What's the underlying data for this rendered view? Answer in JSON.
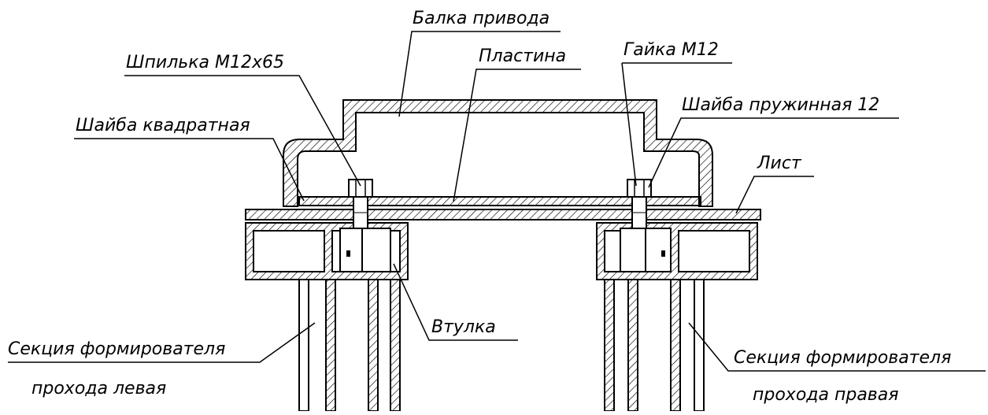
{
  "labels": {
    "balka_privoda": "Балка привода",
    "shpilka": "Шпилька М12х65",
    "plastina": "Пластина",
    "gayka": "Гайка М12",
    "shayba_pruzhinnaya": "Шайба пружинная 12",
    "shayba_kvadratnaya": "Шайба квадратная",
    "list": "Лист",
    "vtulka": "Втулка",
    "sektsiya_levaya_1": "Секция формирователя",
    "sektsiya_levaya_2": "прохода левая",
    "sektsiya_pravaya_1": "Секция формирователя",
    "sektsiya_pravaya_2": "прохода правая"
  }
}
